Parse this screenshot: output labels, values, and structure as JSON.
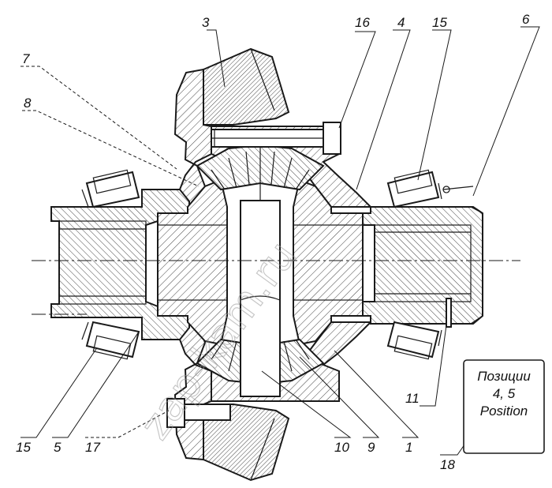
{
  "labels": {
    "l1": "1",
    "l3": "3",
    "l4": "4",
    "l5": "5",
    "l6": "6",
    "l7": "7",
    "l8": "8",
    "l9": "9",
    "l10": "10",
    "l11": "11",
    "l15a": "15",
    "l15b": "15",
    "l16": "16",
    "l17": "17",
    "l18": "18"
  },
  "note_box": {
    "line1": "Позиции",
    "line2": "4, 5",
    "line3": "Position"
  },
  "watermark": "zap-kam.ru"
}
